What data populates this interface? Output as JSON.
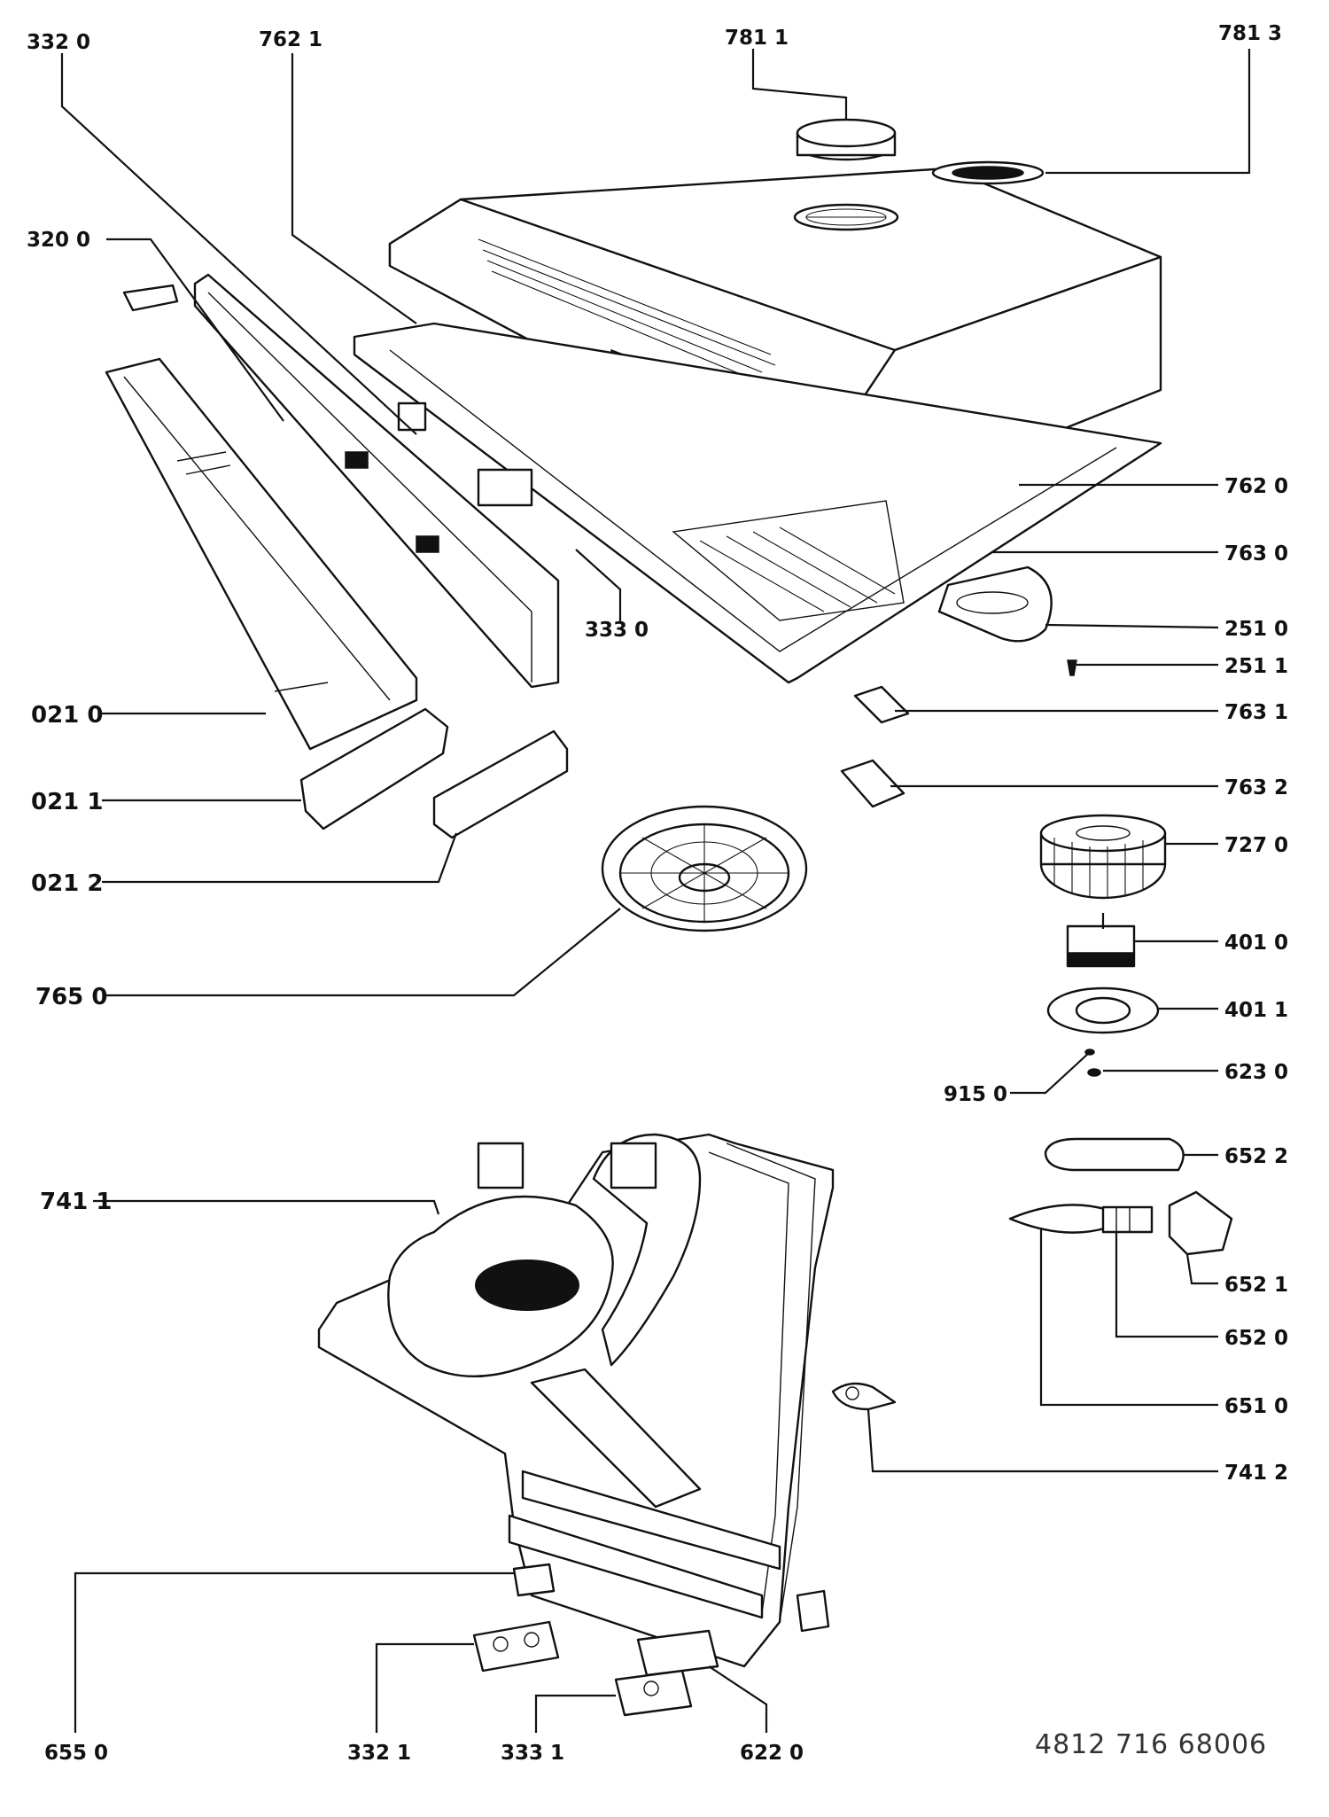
{
  "labels": {
    "l3320": "332 0",
    "l7621": "762 1",
    "l7811": "781 1",
    "l7813": "781 3",
    "l3200": "320 0",
    "l7620": "762 0",
    "l7630": "763 0",
    "l3330": "333 0",
    "l2510": "251 0",
    "l2511": "251 1",
    "l7631": "763 1",
    "l0210": "021 0",
    "l7632": "763 2",
    "l0211": "021 1",
    "l7270": "727 0",
    "l0212": "021 2",
    "l4010": "401 0",
    "l7650": "765 0",
    "l4011": "401 1",
    "l9150": "915 0",
    "l6230": "623 0",
    "l6522": "652 2",
    "l7411": "741 1",
    "l6521": "652 1",
    "l6520": "652 0",
    "l6510": "651 0",
    "l7412": "741 2",
    "l6550": "655 0",
    "l3321": "332 1",
    "l3331": "333 1",
    "l6220": "622 0"
  },
  "document_number": "4812  716  68006"
}
